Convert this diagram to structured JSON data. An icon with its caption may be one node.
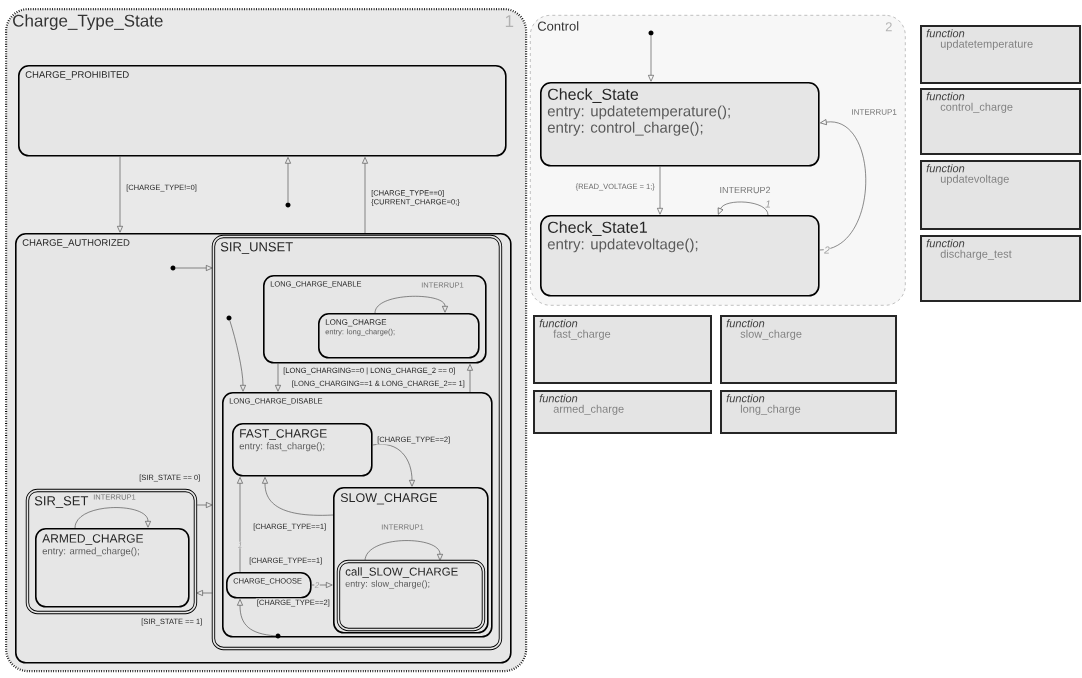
{
  "diagram": {
    "nodes": [
      {
        "text": [
          "Charge_Type_State",
          "1"
        ]
      },
      {
        "text": [
          "CHARGE_PROHIBITED"
        ],
        "in": 0
      },
      {
        "text": [],
        "shape": "circle",
        "in": 0
      },
      {
        "text": [
          "CHARGE_AUTHORIZED"
        ],
        "in": 0
      },
      {
        "text": [],
        "shape": "circle",
        "in": 3
      },
      {
        "text": [
          "SIR_SET"
        ],
        "in": 3
      },
      {
        "text": [
          "ARMED_CHARGE",
          "entry: armed_charge();"
        ],
        "in": 5
      },
      {
        "text": [
          "SIR_UNSET"
        ],
        "in": 3
      },
      {
        "text": [
          "LONG_CHARGE_ENABLE"
        ],
        "in": 7
      },
      {
        "text": [
          "LONG_CHARGE",
          "entry: long_charge();"
        ],
        "in": 8
      },
      {
        "text": [],
        "shape": "circle",
        "in": 7
      },
      {
        "text": [
          "LONG_CHARGE_DISABLE"
        ],
        "in": 7
      },
      {
        "text": [
          "FAST_CHARGE",
          "entry: fast_charge();"
        ],
        "in": 11
      },
      {
        "text": [
          "SLOW_CHARGE"
        ],
        "in": 11
      },
      {
        "text": [
          "call_SLOW_CHARGE",
          "entry: slow_charge();"
        ],
        "in": 13
      },
      {
        "text": [
          "CHARGE_CHOOSE"
        ],
        "in": 11
      },
      {
        "text": [],
        "shape": "circle",
        "in": 11
      },
      {
        "text": [
          "Control",
          "2"
        ]
      },
      {
        "text": [],
        "shape": "circle",
        "in": 17
      },
      {
        "text": [
          "Check_State",
          "entry: updatetemperature();",
          "entry: control_charge();"
        ],
        "in": 17
      },
      {
        "text": [
          "Check_State1",
          "entry: updatevoltage();"
        ],
        "in": 17
      },
      {
        "text": [
          "function",
          "updatetemperature"
        ]
      },
      {
        "text": [
          "function",
          "control_charge"
        ]
      },
      {
        "text": [
          "function",
          "updatevoltage"
        ]
      },
      {
        "text": [
          "function",
          "discharge_test"
        ]
      },
      {
        "text": [
          "function",
          "fast_charge"
        ]
      },
      {
        "text": [
          "function",
          "slow_charge"
        ]
      },
      {
        "text": [
          "function",
          "armed_charge"
        ]
      },
      {
        "text": [
          "function",
          "long_charge"
        ]
      }
    ],
    "edges": [
      {
        "from": 1,
        "to": 3,
        "arrow": "to",
        "label": "[CHARGE_TYPE!=0]"
      },
      {
        "from": 2,
        "to": 1,
        "arrow": "to"
      },
      {
        "from": 3,
        "to": 1,
        "arrow": "to",
        "label": "[CHARGE_TYPE==0] {CURRENT_CHARGE=0;}"
      },
      {
        "from": 4,
        "to": 7,
        "arrow": "to"
      },
      {
        "from": 5,
        "to": 7,
        "arrow": "to",
        "label": "[SIR_STATE == 0]"
      },
      {
        "from": 7,
        "to": 5,
        "arrow": "to",
        "label": "[SIR_STATE == 1]"
      },
      {
        "from": 6,
        "to": 6,
        "arrow": "to",
        "label": "INTERRUP1"
      },
      {
        "from": 9,
        "to": 9,
        "arrow": "to",
        "label": "INTERRUP1"
      },
      {
        "from": 10,
        "to": 11,
        "arrow": "to"
      },
      {
        "from": 8,
        "to": 11,
        "arrow": "to",
        "label": "[LONG_CHARGING==0 | LONG_CHARGE_2 == 0]"
      },
      {
        "from": 11,
        "to": 8,
        "arrow": "to",
        "label": "[LONG_CHARGING==1 & LONG_CHARGE_2== 1]"
      },
      {
        "from": 12,
        "to": 13,
        "arrow": "to",
        "label": "[CHARGE_TYPE==2]"
      },
      {
        "from": 13,
        "to": 12,
        "arrow": "to",
        "label": "[CHARGE_TYPE==1]"
      },
      {
        "from": 15,
        "to": 12,
        "arrow": "to",
        "label": "[CHARGE_TYPE==1]"
      },
      {
        "from": 15,
        "to": 13,
        "arrow": "to",
        "label": "[CHARGE_TYPE==2]"
      },
      {
        "from": 16,
        "to": 15,
        "arrow": "to"
      },
      {
        "from": 14,
        "to": 14,
        "arrow": "to",
        "label": "INTERRUP1"
      },
      {
        "from": 18,
        "to": 19,
        "arrow": "to"
      },
      {
        "from": 19,
        "to": 20,
        "arrow": "to",
        "label": "{READ_VOLTAGE = 1;}"
      },
      {
        "from": 20,
        "to": 20,
        "arrow": "to",
        "label": "INTERRUP2"
      },
      {
        "from": 20,
        "to": 19,
        "arrow": "to",
        "label": "INTERRUP1"
      }
    ],
    "labels": [
      "1",
      "2",
      "1",
      "2"
    ]
  }
}
